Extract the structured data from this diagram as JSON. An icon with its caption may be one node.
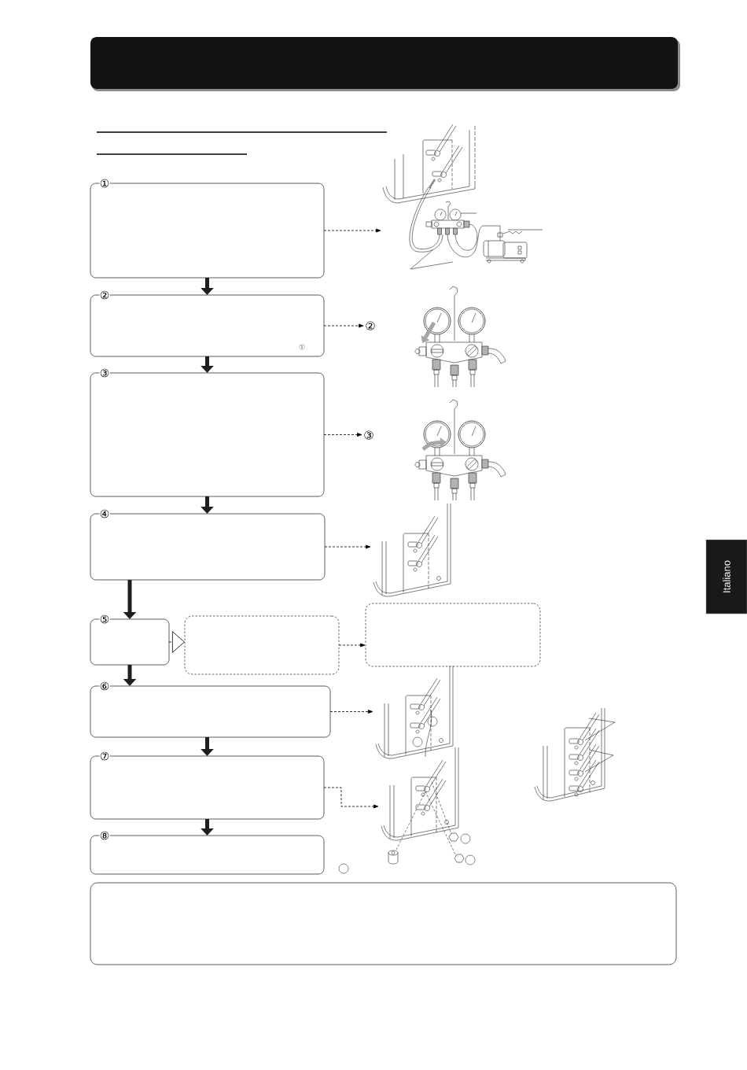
{
  "diagram": {
    "nodes": [
      {
        "text": [
          "①"
        ]
      },
      {
        "text": [],
        "shape": "picture"
      },
      {
        "text": [
          "②",
          "①"
        ]
      },
      {
        "text": [
          "②"
        ]
      },
      {
        "text": [
          "③"
        ]
      },
      {
        "text": [
          "③"
        ]
      },
      {
        "text": [
          "④"
        ]
      },
      {
        "text": [],
        "shape": "picture"
      },
      {
        "text": [
          "Italiano"
        ]
      },
      {
        "text": [
          "⑤"
        ]
      },
      {
        "text": [],
        "shape": "box"
      },
      {
        "text": [],
        "shape": "box"
      },
      {
        "text": [
          "⑥"
        ]
      },
      {
        "text": [],
        "shape": "picture"
      },
      {
        "text": [
          "⑦"
        ]
      },
      {
        "text": [],
        "shape": "picture"
      },
      {
        "text": [
          "⑧"
        ]
      },
      {
        "text": [],
        "shape": "box"
      }
    ],
    "edges": [
      {
        "from": 0,
        "to": 2,
        "arrow": "to",
        "style": "thick"
      },
      {
        "from": 2,
        "to": 4,
        "arrow": "to",
        "style": "thick"
      },
      {
        "from": 4,
        "to": 6,
        "arrow": "to",
        "style": "thick"
      },
      {
        "from": 6,
        "to": 9,
        "arrow": "to",
        "style": "thick"
      },
      {
        "from": 9,
        "to": 12,
        "arrow": "to",
        "style": "thick"
      },
      {
        "from": 12,
        "to": 14,
        "arrow": "to",
        "style": "thick"
      },
      {
        "from": 14,
        "to": 16,
        "arrow": "to",
        "style": "thick"
      },
      {
        "from": 0,
        "to": 1,
        "arrow": "to",
        "style": "dashed"
      },
      {
        "from": 2,
        "to": 3,
        "arrow": "to",
        "style": "dashed"
      },
      {
        "from": 4,
        "to": 5,
        "arrow": "to",
        "style": "dashed"
      },
      {
        "from": 6,
        "to": 7,
        "arrow": "to",
        "style": "dashed"
      },
      {
        "from": 9,
        "to": 10,
        "arrow": "to",
        "style": "dashed"
      },
      {
        "from": 10,
        "to": 11,
        "arrow": "to",
        "style": "dashed"
      },
      {
        "from": 12,
        "to": 13,
        "arrow": "to",
        "style": "dashed"
      },
      {
        "from": 14,
        "to": 15,
        "arrow": "to",
        "style": "dashed"
      }
    ]
  }
}
